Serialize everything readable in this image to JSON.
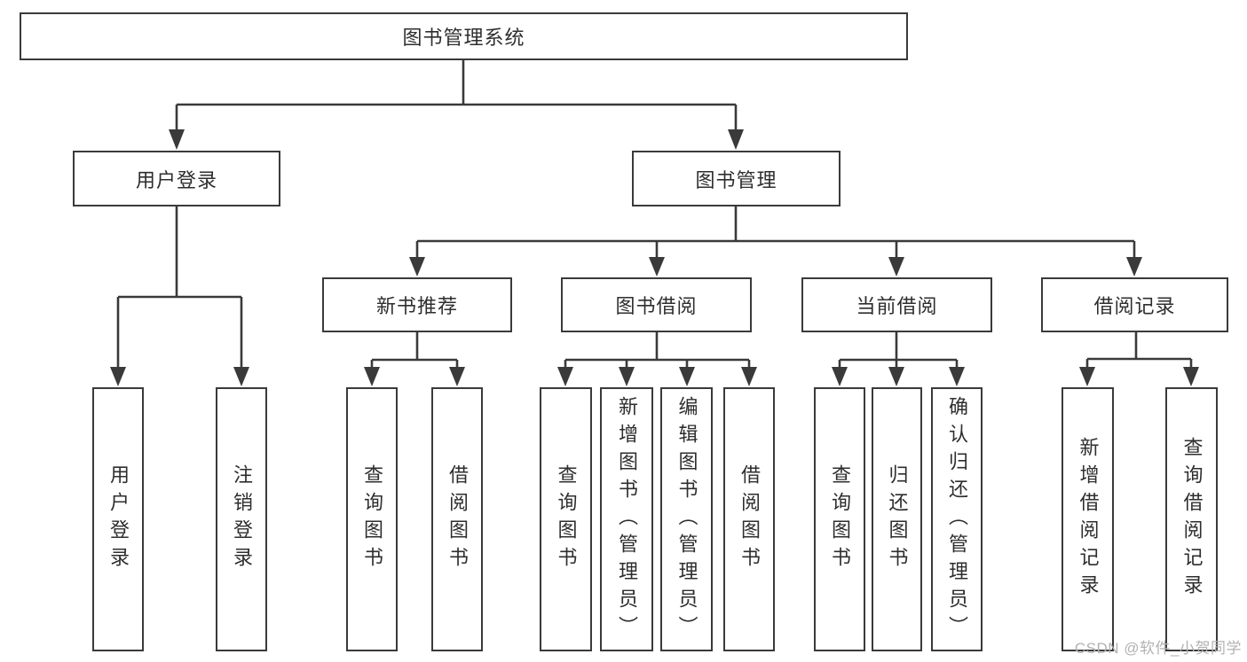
{
  "diagram": {
    "root": {
      "label": "图书管理系统"
    },
    "branches": [
      {
        "label": "用户登录",
        "children": [
          {
            "label": "用户登录"
          },
          {
            "label": "注销登录"
          }
        ]
      },
      {
        "label": "图书管理",
        "children": [
          {
            "label": "新书推荐",
            "children": [
              {
                "label": "查询图书"
              },
              {
                "label": "借阅图书"
              }
            ]
          },
          {
            "label": "图书借阅",
            "children": [
              {
                "label": "查询图书"
              },
              {
                "label": "新增图书（管理员）"
              },
              {
                "label": "编辑图书（管理员）"
              },
              {
                "label": "借阅图书"
              }
            ]
          },
          {
            "label": "当前借阅",
            "children": [
              {
                "label": "查询图书"
              },
              {
                "label": "归还图书"
              },
              {
                "label": "确认归还（管理员）"
              }
            ]
          },
          {
            "label": "借阅记录",
            "children": [
              {
                "label": "新增借阅记录"
              },
              {
                "label": "查询借阅记录"
              }
            ]
          }
        ]
      }
    ]
  },
  "watermark": {
    "text": "CSDN @软件_小贺同学"
  },
  "colors": {
    "line": "#3a3a3a",
    "text": "#2e2e2e",
    "watermark": "#b2b2b2",
    "background": "#ffffff"
  }
}
